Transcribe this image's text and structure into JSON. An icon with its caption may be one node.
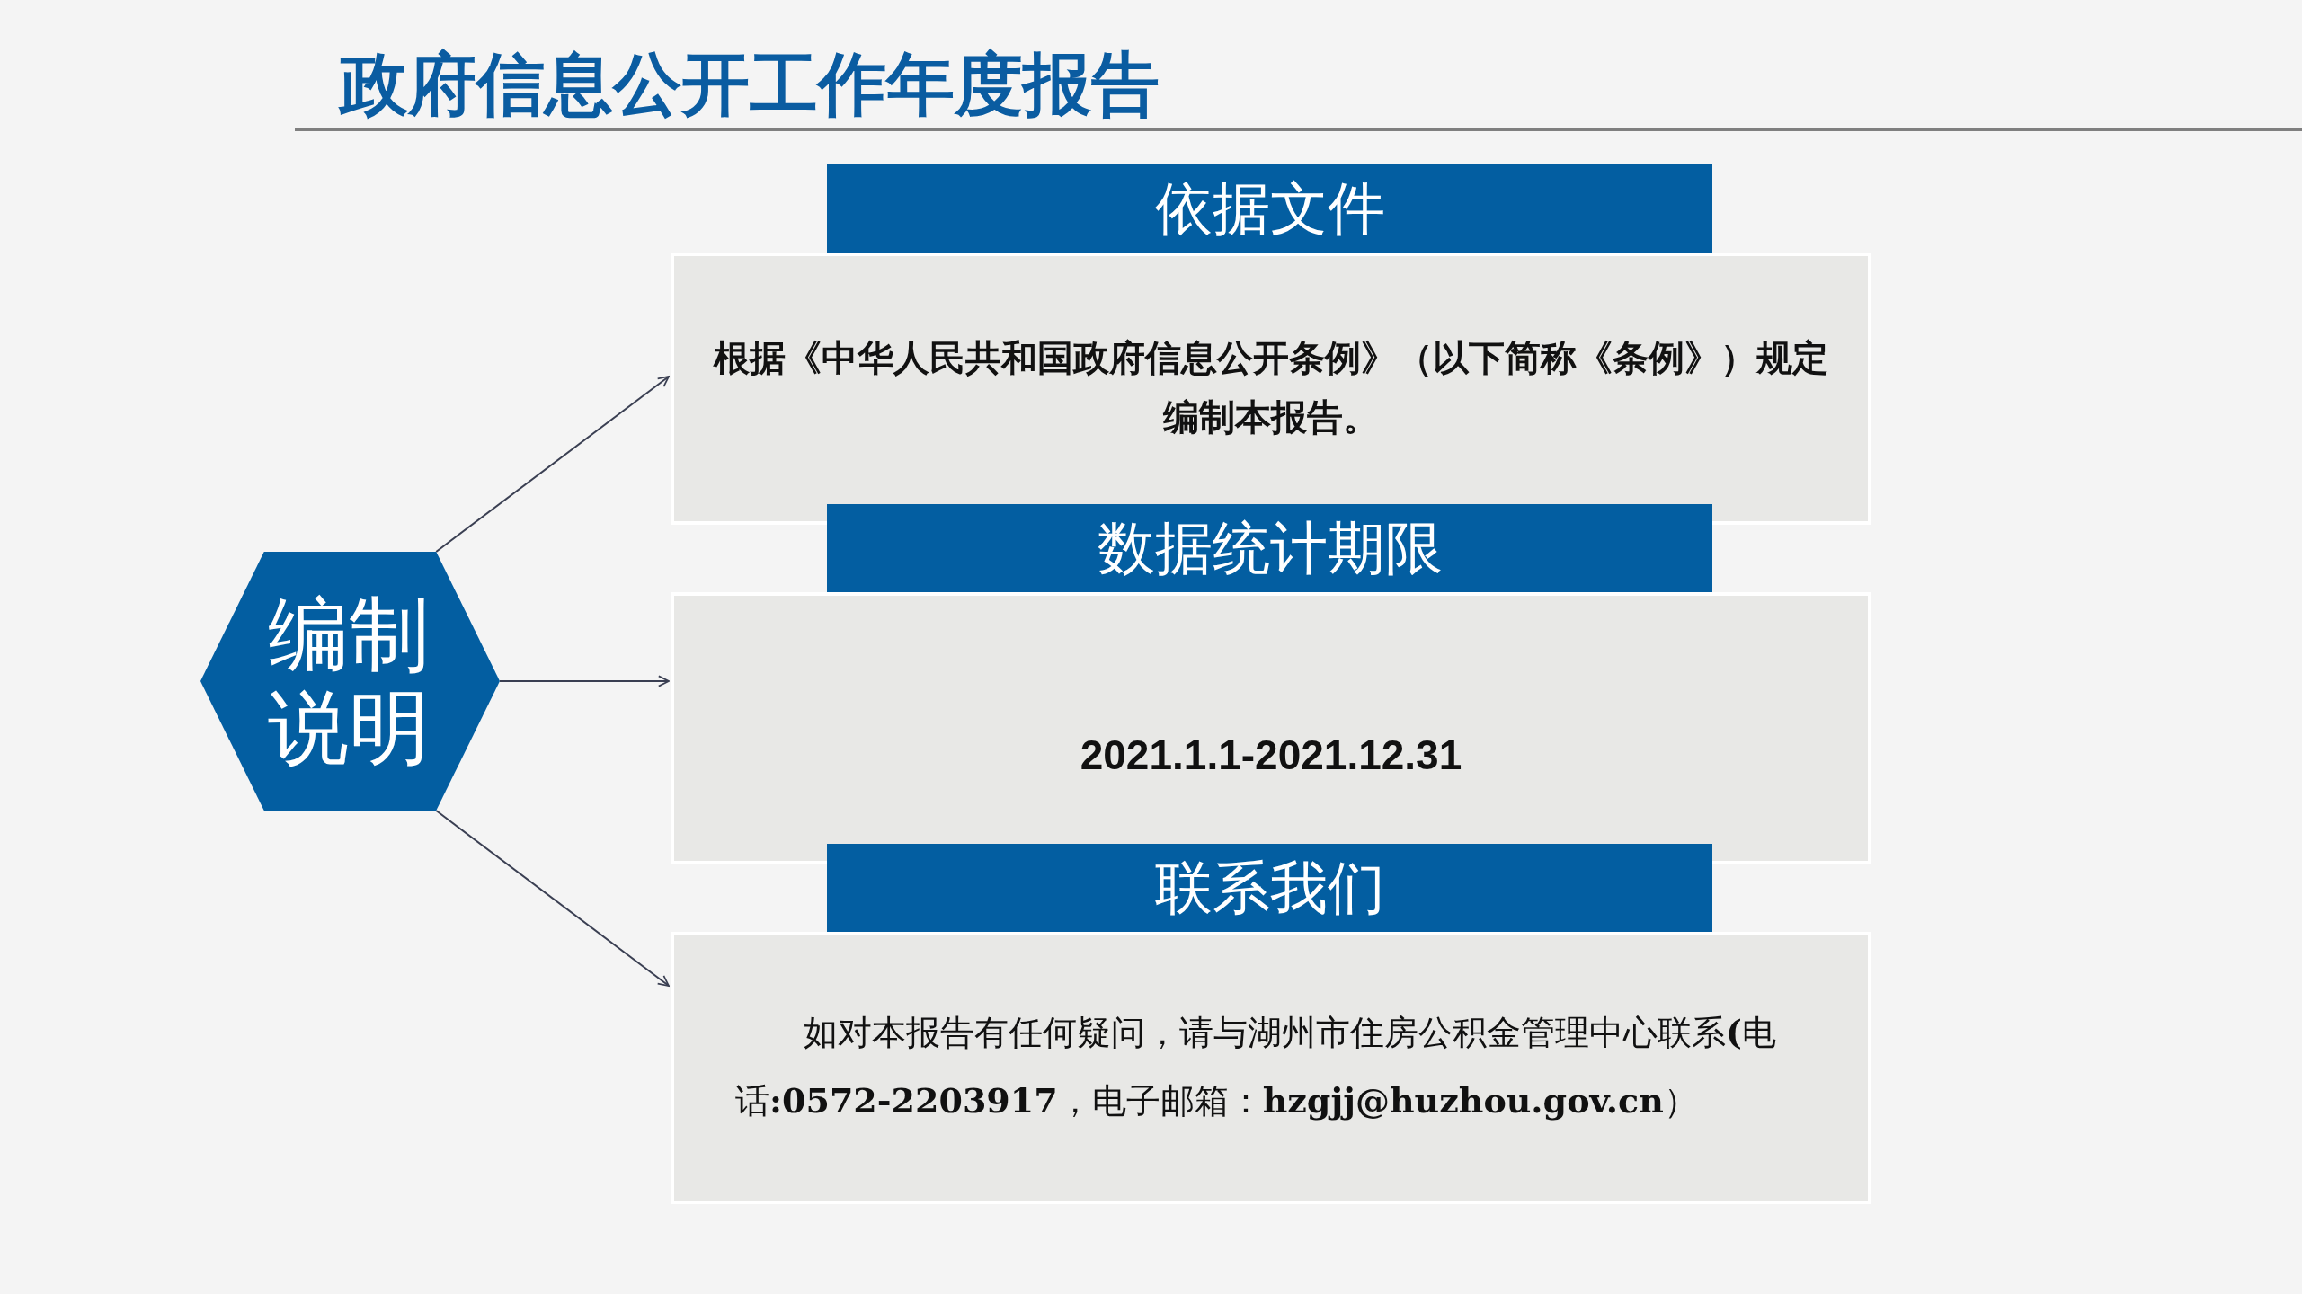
{
  "diagram": {
    "title": "政府信息公开工作年度报告",
    "nodes": [
      {
        "text": [
          "编制说明"
        ]
      },
      {
        "text": [
          "依据文件"
        ]
      },
      {
        "text": [
          "根据《中华人民共和国政府信息公开条例》（以下简称《条例》）规定编制本报告。"
        ]
      },
      {
        "text": [
          "数据统计期限"
        ]
      },
      {
        "text": [
          "2021.1.1-2021.12.31"
        ]
      },
      {
        "text": [
          "联系我们"
        ]
      },
      {
        "text": [
          "如对本报告有任何疑问，请与湖州市住房公积金管理中心联系**(**电话**:0572-2203917**，电子邮箱：**hzgjj@huzhou.gov.cn**）"
        ]
      }
    ],
    "edges": [
      {
        "from": 0,
        "to": 2,
        "arrow": "to"
      },
      {
        "from": 0,
        "to": 4,
        "arrow": "to"
      },
      {
        "from": 0,
        "to": 6,
        "arrow": "to"
      }
    ]
  }
}
